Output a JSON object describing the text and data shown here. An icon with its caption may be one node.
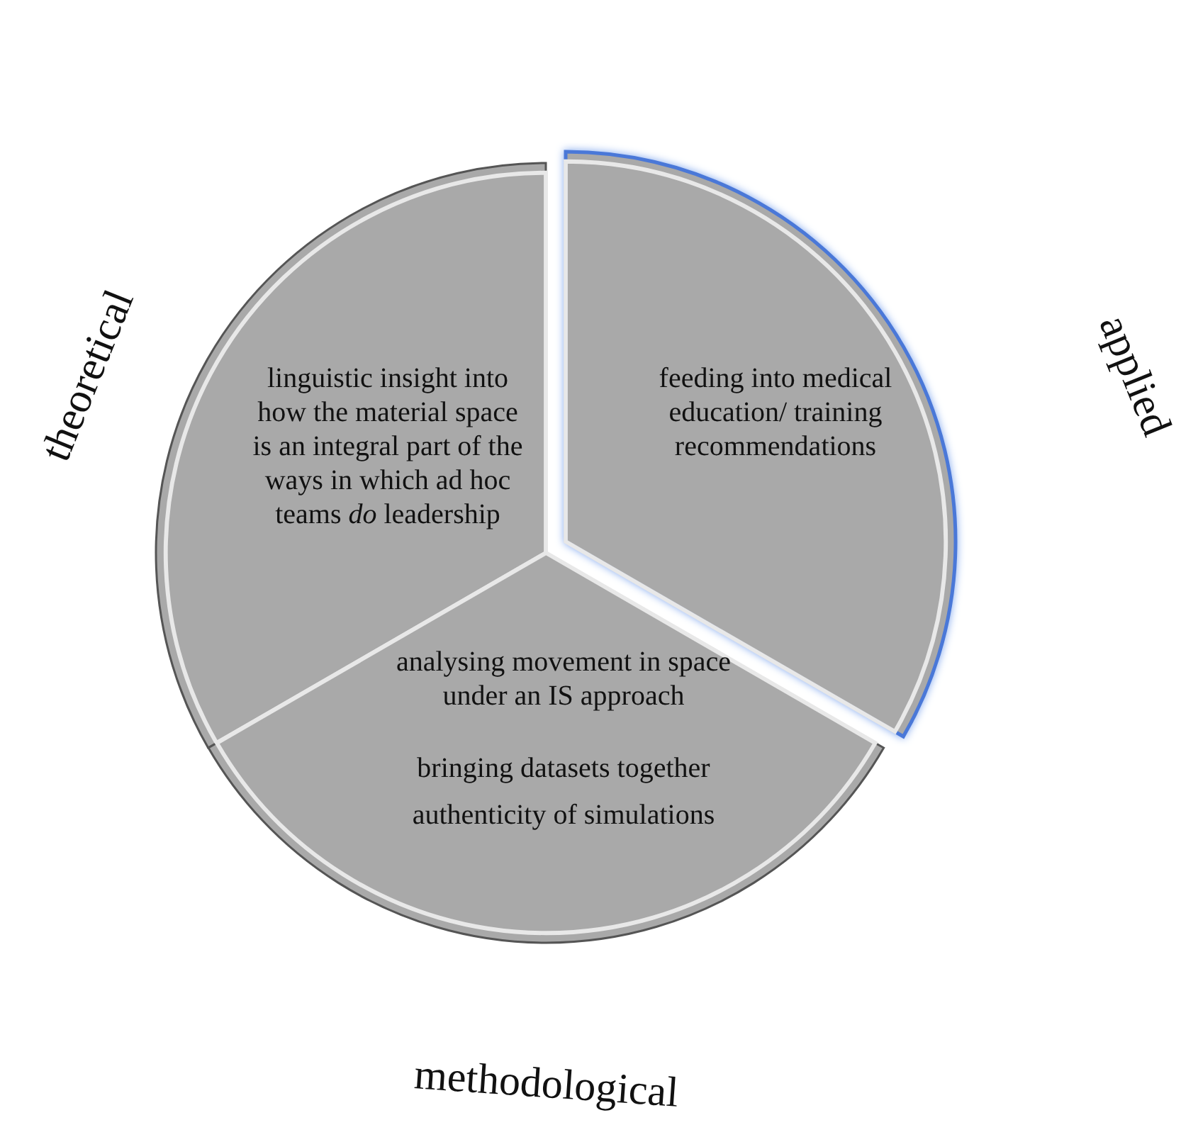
{
  "diagram": {
    "nodes": [
      {
        "text": [
          "linguistic insight into how the material space is an integral part of the ways in which ad hoc teams *do* leadership"
        ],
        "beside": [
          "theoretical"
        ]
      },
      {
        "text": [
          "feeding into medical education/ training recommendations"
        ],
        "beside": [
          "applied"
        ]
      },
      {
        "text": [
          "analysing movement in space under an IS approach",
          "bringing datasets together",
          "authenticity of simulations"
        ],
        "beside": [
          "methodological"
        ]
      }
    ]
  }
}
